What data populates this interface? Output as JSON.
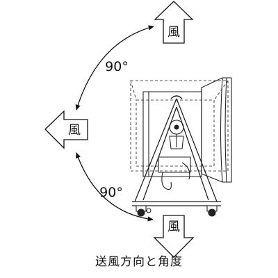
{
  "arrows": {
    "up_label": "風",
    "left_label": "風",
    "down_label": "風"
  },
  "angles": {
    "upper": "90°",
    "lower": "90°"
  },
  "caption": "送風方向と角度"
}
